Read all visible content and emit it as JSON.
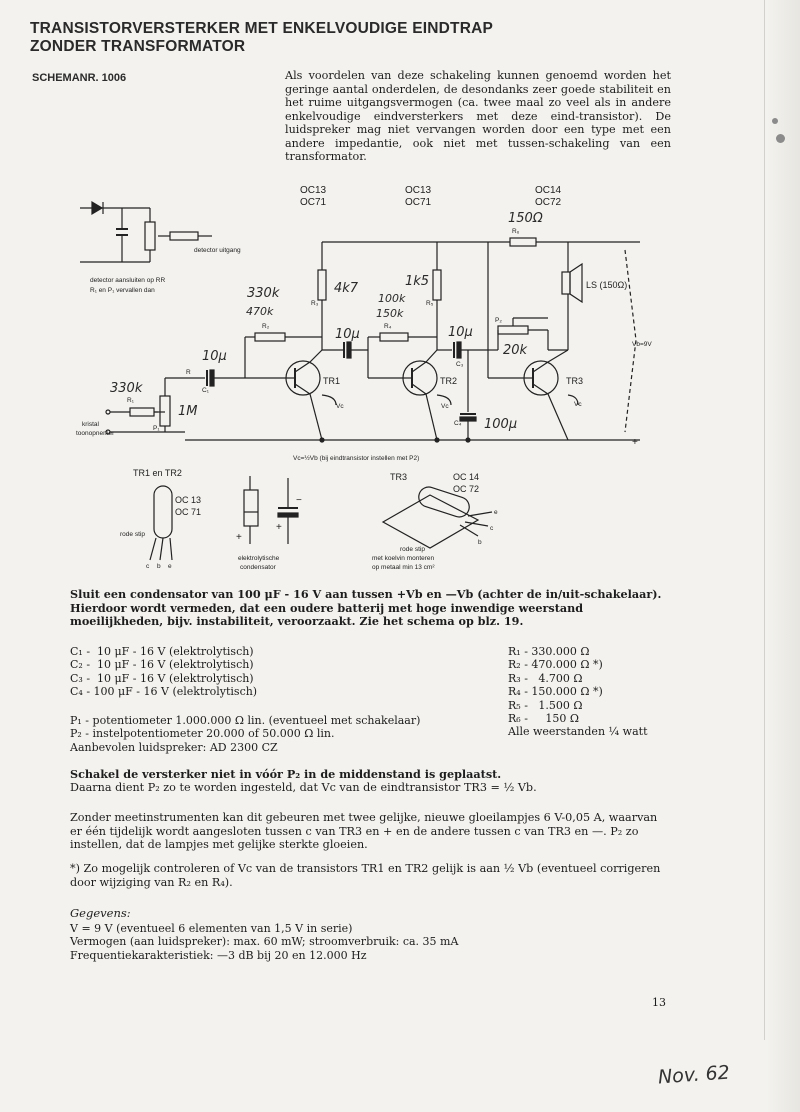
{
  "header": {
    "title_line1": "TRANSISTORVERSTERKER MET ENKELVOUDIGE EINDTRAP",
    "title_line2": "ZONDER TRANSFORMATOR",
    "schema_number": "SCHEMANR. 1006"
  },
  "intro": "Als voordelen van deze schakeling kunnen genoemd worden het geringe aantal onderdelen, de desondanks zeer goede stabiliteit en het ruime uitgangsvermogen (ca. twee maal zo veel als in andere enkelvoudige eindversterkers met deze eind-transistor). De luidspreker mag niet vervangen worden door een type met een andere impedantie, ook niet met tussen-schakeling van een transformator.",
  "schematic": {
    "tr1_type": [
      "OC13",
      "OC71"
    ],
    "tr2_type": [
      "OC13",
      "OC71"
    ],
    "tr3_type": [
      "OC14",
      "OC72"
    ],
    "detector_note": [
      "detector aansluiten op RR",
      "R₁ en P₁ vervallen dan"
    ],
    "detector_output": "detector uitgang",
    "pickup": [
      "kristal",
      "toonopnemer"
    ],
    "speaker": "LS (150Ω)",
    "vb_label": "Vb=9V",
    "vc_note": "Vc=½Vb  (bij eindtransistor instellen met P2)",
    "refs": {
      "r1": "R₁",
      "r2": "R₂",
      "r3": "R₃",
      "r4": "R₄",
      "r5": "R₅",
      "r6": "R₆",
      "p1": "P₁",
      "p2": "P₂",
      "c1": "C₁",
      "c2": "C₂",
      "c3": "C₃",
      "c4": "C₄",
      "tr1": "TR1",
      "tr2": "TR2",
      "tr3": "TR3",
      "vc": "Vc",
      "plus": "+"
    },
    "handwritten": {
      "r1": "330k",
      "p1": "1M",
      "c1": "10μ",
      "r2a": "330k",
      "r2b": "470k",
      "r3": "4k7",
      "c2": "10μ",
      "r4a": "100k",
      "r4b": "150k",
      "r5": "1k5",
      "c3": "10μ",
      "p2": "20k",
      "c4": "100μ",
      "r6": "150Ω"
    },
    "pinout": {
      "tr12_title": "TR1 en TR2",
      "tr12_type": [
        "OC 13",
        "OC 71"
      ],
      "red_dot": "rode stip",
      "pins": [
        "c",
        "b",
        "e"
      ],
      "elco_caption": [
        "elektrolytische",
        "condensator"
      ],
      "tr3_title": "TR3",
      "tr3_type": [
        "OC 14",
        "OC 72"
      ],
      "tr3_caption": [
        "rode stip",
        "met koelvin monteren",
        "op metaal min 13 cm²"
      ]
    }
  },
  "body": {
    "para1": "Sluit een condensator van 100 μF - 16 V aan tussen +Vb en —Vb (achter de in/uit-schakelaar). Hierdoor wordt vermeden, dat een oudere batterij met hoge inwendige weerstand moeilijkheden, bijv. instabiliteit, veroorzaakt. Zie het schema op blz. 19.",
    "caps": [
      "C₁ -  10 μF - 16 V (elektrolytisch)",
      "C₂ -  10 μF - 16 V (elektrolytisch)",
      "C₃ -  10 μF - 16 V (elektrolytisch)",
      "C₄ - 100 μF - 16 V (elektrolytisch)"
    ],
    "pots": [
      "P₁ - potentiometer 1.000.000 Ω lin. (eventueel met schakelaar)",
      "P₂ - instelpotentiometer 20.000 of 50.000 Ω lin.",
      "Aanbevolen luidspreker: AD 2300 CZ"
    ],
    "resistors": [
      "R₁ - 330.000 Ω",
      "R₂ - 470.000 Ω *)",
      "R₃ -   4.700 Ω",
      "R₄ - 150.000 Ω *)",
      "R₅ -   1.500 Ω",
      "R₆ -     150 Ω",
      "Alle weerstanden ¼ watt"
    ],
    "bold_note": "Schakel de versterker niet in vóór P₂ in de middenstand is geplaatst.",
    "adjust_note": "Daarna dient P₂ zo te worden ingesteld, dat Vc van de eindtransistor TR3 = ½ Vb.",
    "para_lamps": "Zonder meetinstrumenten kan dit gebeuren met twee gelijke, nieuwe gloeilampjes 6 V-0,05 A, waarvan er één tijdelijk wordt aangesloten tussen c van TR3 en + en de andere tussen c van TR3 en —. P₂ zo instellen, dat de lampjes met gelijke sterkte gloeien.",
    "footnote": "*) Zo mogelijk controleren of Vc van de transistors TR1 en TR2 gelijk is aan ½ Vb (eventueel corrigeren door wijziging van R₂ en R₄).",
    "gegevens_title": "Gegevens:",
    "gegevens": [
      "V = 9 V (eventueel 6 elementen van 1,5 V in serie)",
      "Vermogen (aan luidspreker): max. 60 mW; stroomverbruik: ca. 35 mA",
      "Frequentiekarakteristiek: —3 dB bij 20 en 12.000 Hz"
    ]
  },
  "page_number": "13",
  "handwritten_date": "Nov. 62"
}
